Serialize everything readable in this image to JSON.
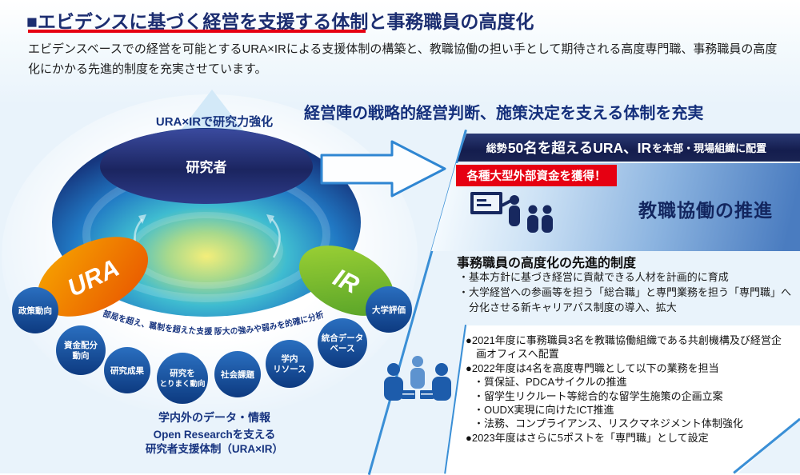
{
  "header": {
    "title": "■エビデンスに基づく経営を支援する体制と事務職員の高度化",
    "intro": "エビデンスベースでの経営を可能とするURA×IRによる支援体制の構築と、教職協働の担い手として期待される高度専門職、事務職員の高度化にかかる先進的制度を充実させています。"
  },
  "funnel": {
    "top_label": "URA×IRで研究力強化",
    "center_label": "研究者",
    "ura": "URA",
    "ir": "IR",
    "arc_text": "部局を超え、職制を超えた支援 阪大の強みや弱みを的確に分析",
    "bubbles": [
      {
        "line1": "政策動向",
        "line2": ""
      },
      {
        "line1": "資金配分",
        "line2": "動向"
      },
      {
        "line1": "研究成果",
        "line2": ""
      },
      {
        "line1": "研究を",
        "line2": "とりまく動向"
      },
      {
        "line1": "社会課題",
        "line2": ""
      },
      {
        "line1": "学内",
        "line2": "リソース"
      },
      {
        "line1": "統合データ",
        "line2": "ベース"
      },
      {
        "line1": "大学評価",
        "line2": ""
      }
    ],
    "data_label": "学内外のデータ・情報",
    "caption_line1": "Open Researchを支える",
    "caption_line2": "研究者支援体制（URA×IR）"
  },
  "right": {
    "headline": "経営陣の戦略的経営判断、施策決定を支える体制を充実",
    "banner": {
      "pre": "総勢",
      "big": "50名を超えるURA、IR",
      "post": "を本部・現場組織に配置"
    },
    "badge": "各種大型外部資金を獲得！",
    "promo_title": "教職協働の推進",
    "section_title": "事務職員の高度化の先進的制度",
    "points": [
      {
        "text": "・基本方針に基づき経営に貢献できる人材を計画的に育成"
      },
      {
        "text": "・大学経営への参画等を担う「総合職」と専門業務を担う「専門職」へ分化させる新キャリアパス制度の導入、拡大"
      }
    ],
    "achievements": [
      {
        "text": "●2021年度に事務職員3名を教職協働組織である共創機構及び経営企画オフィスへ配置"
      },
      {
        "text": "●2022年度は4名を高度専門職として以下の業務を担当"
      },
      {
        "text": "・質保証、PDCAサイクルの推進"
      },
      {
        "text": "・留学生リクルート等総合的な留学生施策の企画立案"
      },
      {
        "text": "・OUDX実現に向けたICT推進"
      },
      {
        "text": "・法務、コンプライアンス、リスクマネジメント体制強化"
      },
      {
        "text": "●2023年度はさらに5ポストを「専門職」として設定"
      }
    ]
  },
  "colors": {
    "accent_red": "#e60012",
    "navy": "#15307c",
    "banner_navy": "#1a2453",
    "blue": "#3a8fd6",
    "orange": "#ee7800",
    "green": "#6fb92c"
  }
}
